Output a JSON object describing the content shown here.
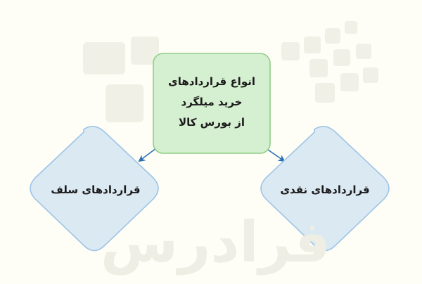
{
  "diagram": {
    "root": {
      "lines": [
        "انواع قراردادهای",
        "خرید میلگرد",
        "از بورس کالا"
      ]
    },
    "children": [
      {
        "id": "left",
        "label": "قراردادهای سلف"
      },
      {
        "id": "right",
        "label": "قراردادهای نقدی"
      }
    ]
  },
  "watermark": {
    "text": "فرادرس"
  },
  "colors": {
    "background": "#fffef6",
    "root_fill": "#d5f0d0",
    "root_stroke": "#8fce86",
    "child_fill": "#dbe9f3",
    "child_stroke": "#9ec5e6",
    "arrow": "#2a6fb4",
    "text": "#1b1b1b",
    "watermark": "#eeeee4"
  }
}
